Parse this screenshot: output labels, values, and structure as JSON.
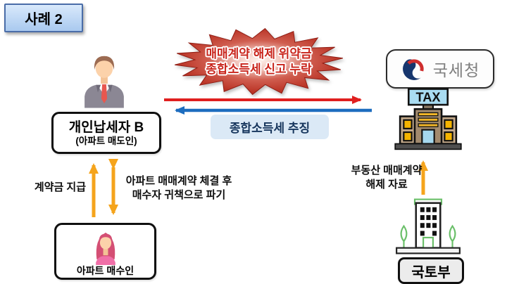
{
  "badge": {
    "label": "사례 2"
  },
  "burst": {
    "line1": "매매계약 해제 위약금",
    "line2": "종합소득세 신고 누락"
  },
  "levy": {
    "label": "종합소득세 추징"
  },
  "nts": {
    "name": "국세청",
    "building_sign": "TAX"
  },
  "seller": {
    "title": "개인납세자 B",
    "subtitle": "(아파트 매도인)"
  },
  "buyer": {
    "label": "아파트 매수인"
  },
  "molit": {
    "label": "국토부"
  },
  "flows": {
    "deposit": "계약금 지급",
    "contract_line1": "아파트 매매계약 체결 후",
    "contract_line2": "매수자 귀책으로 파기",
    "report_line1": "부동산 매매계약",
    "report_line2": "해제 자료"
  },
  "icons": {
    "seller": "businessman-icon",
    "buyer": "woman-icon",
    "nts_symbol": "taegeuk-icon",
    "nts_office": "tax-building-icon",
    "molit_office": "government-building-icon"
  },
  "colors": {
    "badge_border": "#4a6da8",
    "badge_fill": "#bcd5f2",
    "burst_red": "#b5281c",
    "burst_text": "#c9251c",
    "red_arrow": "#e01f1f",
    "blue_arrow": "#1d6dbf",
    "yellow_arrow": "#f5a41c",
    "levy_bg": "#dbe9f6",
    "levy_text": "#17365d",
    "nts_text_gray": "#7f7f7f"
  }
}
